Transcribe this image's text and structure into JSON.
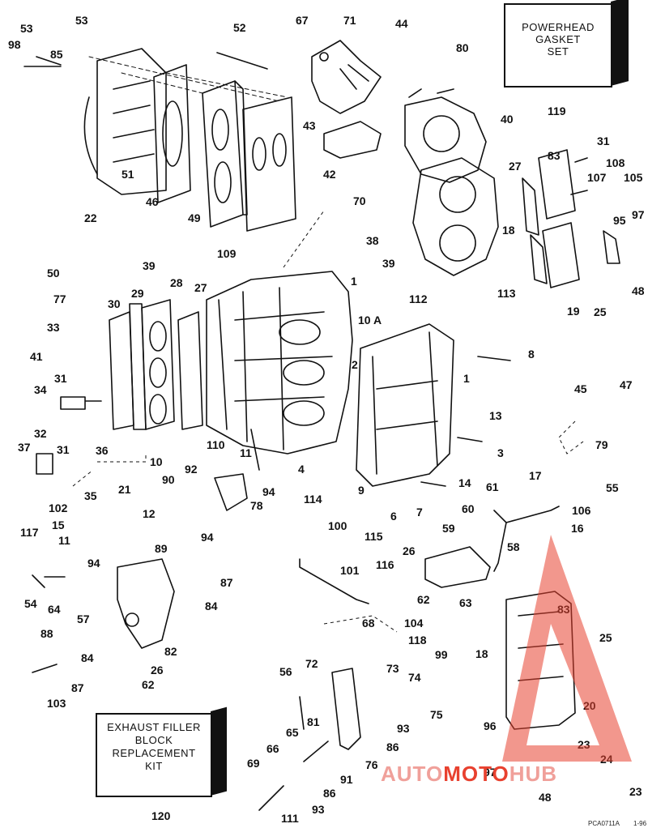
{
  "callouts": [
    "53",
    "98",
    "85",
    "52",
    "67",
    "71",
    "44",
    "80",
    "119",
    "40",
    "53",
    "51",
    "46",
    "49",
    "109",
    "42",
    "43",
    "27",
    "31",
    "108",
    "107",
    "105",
    "83",
    "97",
    "95",
    "22",
    "70",
    "38",
    "39",
    "50",
    "39",
    "77",
    "18",
    "19",
    "25",
    "48",
    "112",
    "113",
    "1",
    "28",
    "27",
    "29",
    "30",
    "10 A",
    "33",
    "41",
    "8",
    "31",
    "2",
    "1",
    "34",
    "13",
    "47",
    "45",
    "32",
    "31",
    "110",
    "36",
    "37",
    "10",
    "11",
    "4",
    "3",
    "92",
    "90",
    "9",
    "79",
    "35",
    "21",
    "12",
    "94",
    "78",
    "114",
    "14",
    "17",
    "61",
    "55",
    "102",
    "15",
    "117",
    "11",
    "94",
    "89",
    "94",
    "6",
    "115",
    "100",
    "7",
    "60",
    "59",
    "116",
    "106",
    "16",
    "58",
    "26",
    "62",
    "63",
    "101",
    "54",
    "64",
    "87",
    "84",
    "57",
    "104",
    "68",
    "118",
    "99",
    "83",
    "25",
    "88",
    "82",
    "84",
    "26",
    "62",
    "87",
    "103",
    "72",
    "56",
    "73",
    "74",
    "75",
    "18",
    "20",
    "96",
    "81",
    "65",
    "93",
    "66",
    "86",
    "76",
    "23",
    "24",
    "69",
    "91",
    "97",
    "86",
    "48",
    "23",
    "111",
    "93",
    "120"
  ],
  "boxes": {
    "powerhead": [
      "POWERHEAD",
      "GASKET",
      "SET"
    ],
    "exhaust": [
      "EXHAUST FILLER",
      "BLOCK",
      "REPLACEMENT",
      "KIT"
    ]
  },
  "watermark": {
    "part1": "AUTO",
    "part2": "MOTO",
    "part3": "HUB",
    "accent": "#e8412f",
    "secondary": "#f0a09a"
  },
  "footer": {
    "code": "PCA0711A",
    "page": "1-96"
  }
}
